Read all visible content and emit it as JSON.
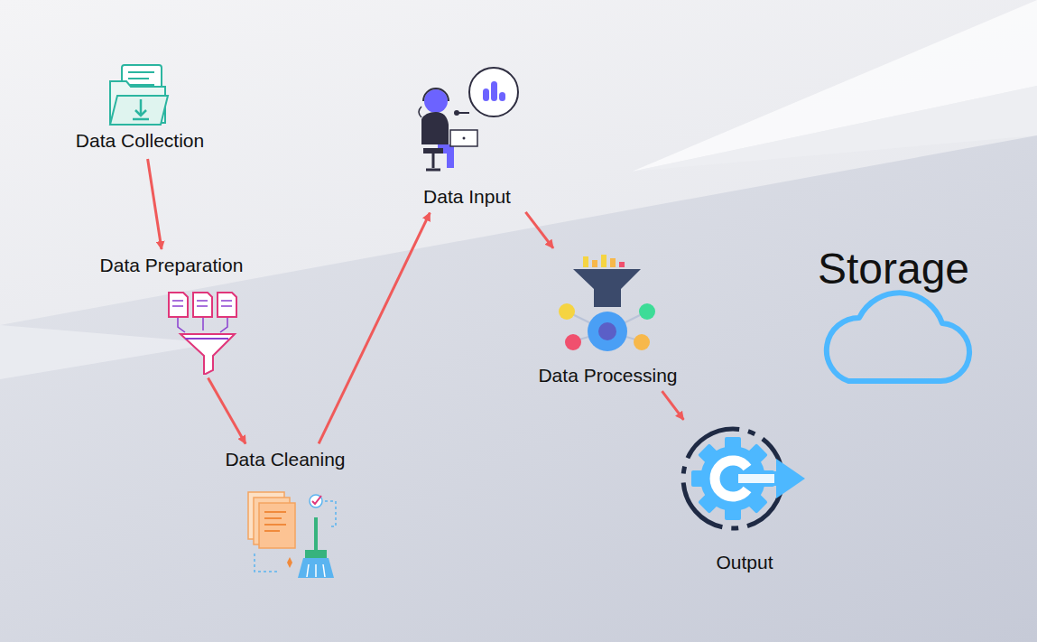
{
  "diagram": {
    "nodes": [
      {
        "text": [
          "Data Collection"
        ]
      },
      {
        "text": [
          "Data Preparation"
        ]
      },
      {
        "text": [
          "Data Cleaning"
        ]
      },
      {
        "text": [
          "Data Input"
        ]
      },
      {
        "text": [
          "Data Processing"
        ]
      },
      {
        "text": [
          "Output"
        ]
      },
      {
        "text": [
          "Storage"
        ]
      }
    ],
    "edges": [
      {
        "from": 0,
        "to": 1,
        "arrow": "to"
      },
      {
        "from": 1,
        "to": 2,
        "arrow": "to"
      },
      {
        "from": 2,
        "to": 3,
        "arrow": "to"
      },
      {
        "from": 3,
        "to": 4,
        "arrow": "to"
      },
      {
        "from": 4,
        "to": 5,
        "arrow": "to"
      }
    ]
  }
}
